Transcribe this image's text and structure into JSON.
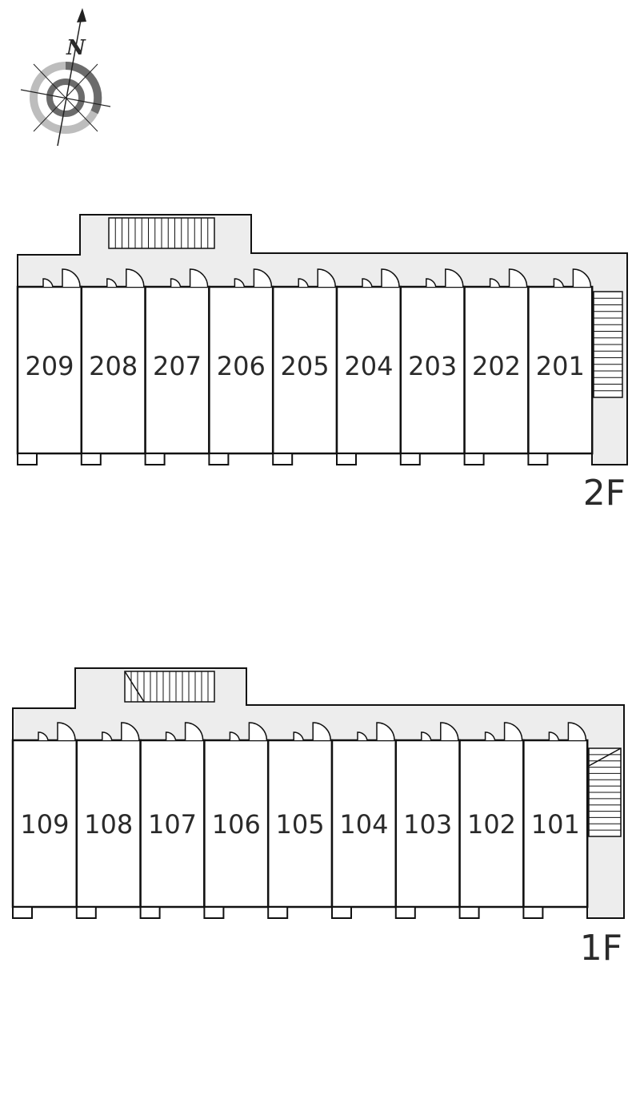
{
  "compass": {
    "north_label": "N",
    "icon": "compass-rose-icon"
  },
  "floors": [
    {
      "label": "2F",
      "units": [
        "209",
        "208",
        "207",
        "206",
        "205",
        "204",
        "203",
        "202",
        "201"
      ]
    },
    {
      "label": "1F",
      "units": [
        "109",
        "108",
        "107",
        "106",
        "105",
        "104",
        "103",
        "102",
        "101"
      ]
    }
  ],
  "colors": {
    "corridor": "#ededed",
    "wall": "#111111",
    "text": "#2a2a2a",
    "compass_light": "#bdbdbd",
    "compass_dark": "#6b6b6b"
  }
}
